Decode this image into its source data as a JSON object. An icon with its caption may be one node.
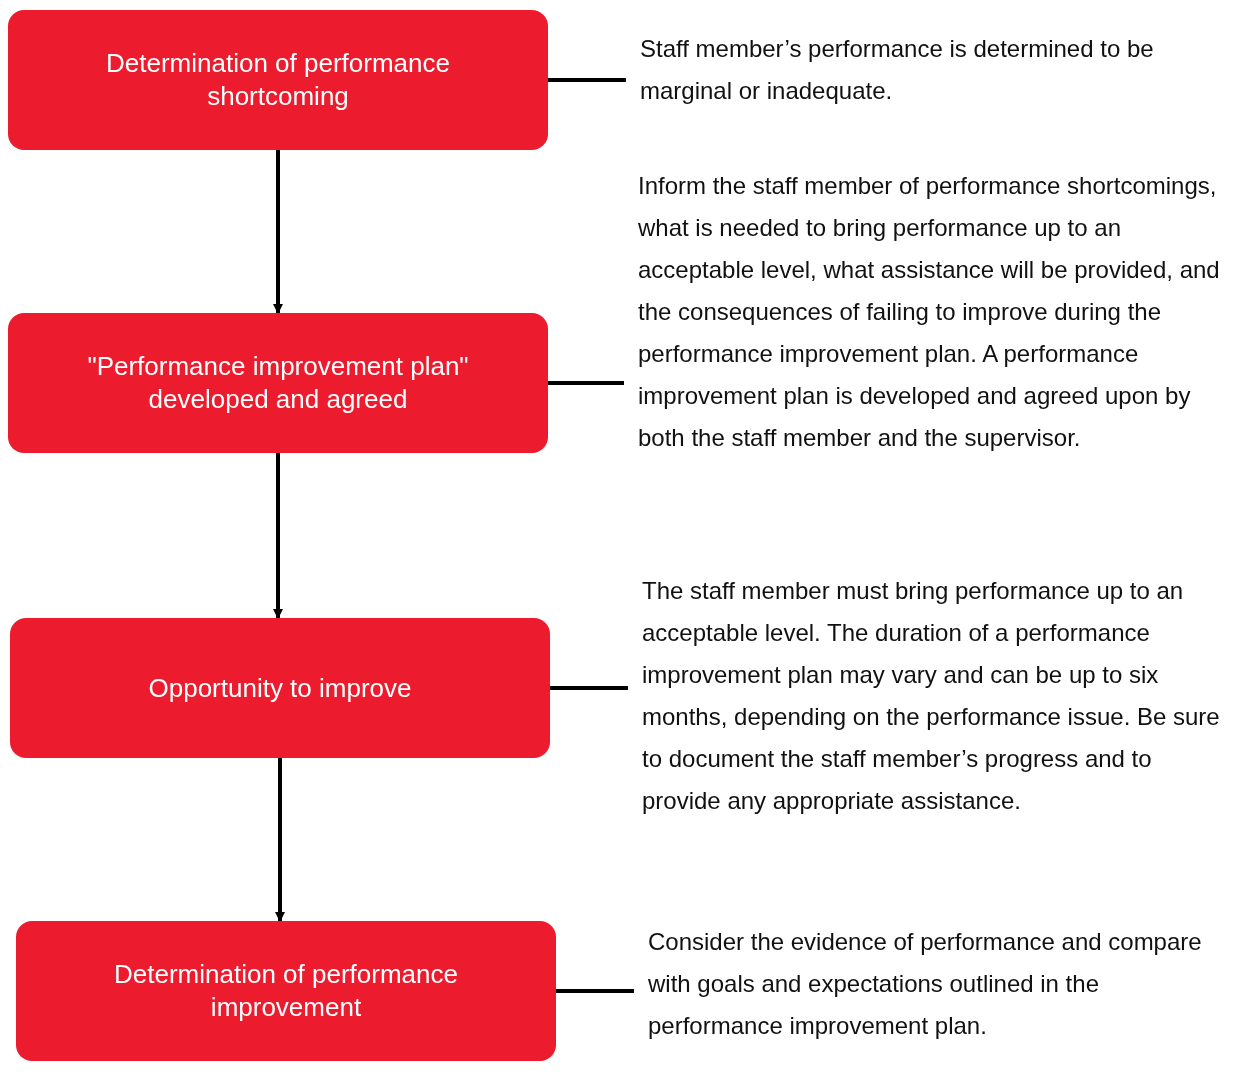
{
  "diagram": {
    "nodes": [
      {
        "text": [
          "Determination of performance shortcoming"
        ]
      },
      {
        "text": [
          "Staff member’s performance is determined to be marginal or inadequate."
        ]
      },
      {
        "text": [
          "\"Performance improvement plan\" developed and agreed"
        ]
      },
      {
        "text": [
          "Inform the staff member of performance shortcomings, what is needed to bring performance up to an acceptable level, what assistance will be provided, and the consequences of failing to improve during the performance improvement plan. A performance improvement plan is developed and agreed upon by both the staff member and the supervisor."
        ]
      },
      {
        "text": [
          "Opportunity to improve"
        ]
      },
      {
        "text": [
          "The staff member must bring performance up to an acceptable level. The duration of a performance improvement plan may vary and can be up to six months, depending on the performance issue. Be sure to document the staff member’s progress and to provide any appropriate assistance."
        ]
      },
      {
        "text": [
          "Determination of performance improvement"
        ]
      },
      {
        "text": [
          "Consider the evidence of performance and compare with goals and expectations outlined in the performance improvement plan."
        ]
      }
    ],
    "edges": [
      {
        "from": 0,
        "to": 2,
        "arrow": "to"
      },
      {
        "from": 2,
        "to": 4,
        "arrow": "to"
      },
      {
        "from": 4,
        "to": 6,
        "arrow": "to"
      },
      {
        "from": 0,
        "to": 1,
        "arrow": "none"
      },
      {
        "from": 2,
        "to": 3,
        "arrow": "none"
      },
      {
        "from": 4,
        "to": 5,
        "arrow": "none"
      },
      {
        "from": 6,
        "to": 7,
        "arrow": "none"
      }
    ]
  }
}
